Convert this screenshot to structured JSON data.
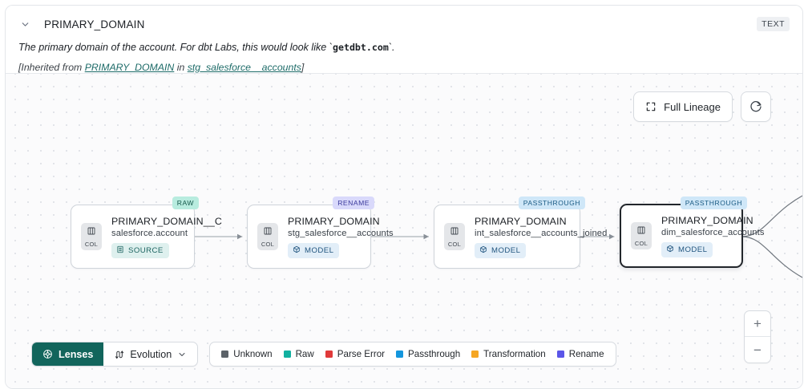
{
  "header": {
    "chevron_icon": "chevron-down-icon",
    "column_name": "PRIMARY_DOMAIN",
    "type_badge": "TEXT",
    "description_prefix": "The primary domain of the account. For dbt Labs, this would look like `",
    "description_code": "getdbt.com",
    "description_suffix": "`.",
    "inherit_open": "[Inherited from ",
    "inherit_link_column": "PRIMARY_DOMAIN",
    "inherit_mid": " in ",
    "inherit_link_table": "stg_salesforce__accounts",
    "inherit_close": "]"
  },
  "toolbar": {
    "full_lineage_label": "Full Lineage",
    "full_lineage_icon": "expand-icon",
    "refresh_icon": "refresh-icon"
  },
  "zoom_controls": {
    "zoom_in_label": "+",
    "zoom_out_label": "−"
  },
  "nodes": [
    {
      "tag": "RAW",
      "tag_kind": "raw",
      "chip_label": "COL",
      "chip_icon": "column-icon",
      "column": "PRIMARY_DOMAIN__C",
      "table": "salesforce.account",
      "pill_label": "SOURCE",
      "pill_kind": "source",
      "pill_icon": "database-icon",
      "selected": false
    },
    {
      "tag": "RENAME",
      "tag_kind": "rename",
      "chip_label": "COL",
      "chip_icon": "column-icon",
      "column": "PRIMARY_DOMAIN",
      "table": "stg_salesforce__accounts",
      "pill_label": "MODEL",
      "pill_kind": "model",
      "pill_icon": "cube-icon",
      "selected": false
    },
    {
      "tag": "PASSTHROUGH",
      "tag_kind": "passthrough",
      "chip_label": "COL",
      "chip_icon": "column-icon",
      "column": "PRIMARY_DOMAIN",
      "table": "int_salesforce__accounts_joined",
      "pill_label": "MODEL",
      "pill_kind": "model",
      "pill_icon": "cube-icon",
      "selected": false
    },
    {
      "tag": "PASSTHROUGH",
      "tag_kind": "passthrough",
      "chip_label": "COL",
      "chip_icon": "column-icon",
      "column": "PRIMARY_DOMAIN",
      "table": "dim_salesforce_accounts",
      "pill_label": "MODEL",
      "pill_kind": "model",
      "pill_icon": "cube-icon",
      "selected": true
    }
  ],
  "bottom_bar": {
    "lenses_label": "Lenses",
    "lenses_icon": "aperture-icon",
    "evolution_label": "Evolution",
    "evolution_icon": "evolution-icon",
    "evolution_chevron_icon": "chevron-down-icon"
  },
  "legend": {
    "items": [
      {
        "label": "Unknown",
        "color": "#5b6268"
      },
      {
        "label": "Raw",
        "color": "#12b0a0"
      },
      {
        "label": "Parse Error",
        "color": "#e03a3a"
      },
      {
        "label": "Passthrough",
        "color": "#1496dd"
      },
      {
        "label": "Transformation",
        "color": "#f5a623"
      },
      {
        "label": "Rename",
        "color": "#5b56e8"
      }
    ]
  },
  "colors": {
    "accent": "#12655c",
    "link": "#1d6b68",
    "node_border": "#cfd4da",
    "selected_border": "#22262b",
    "canvas_bg": "#fbfbfc"
  }
}
